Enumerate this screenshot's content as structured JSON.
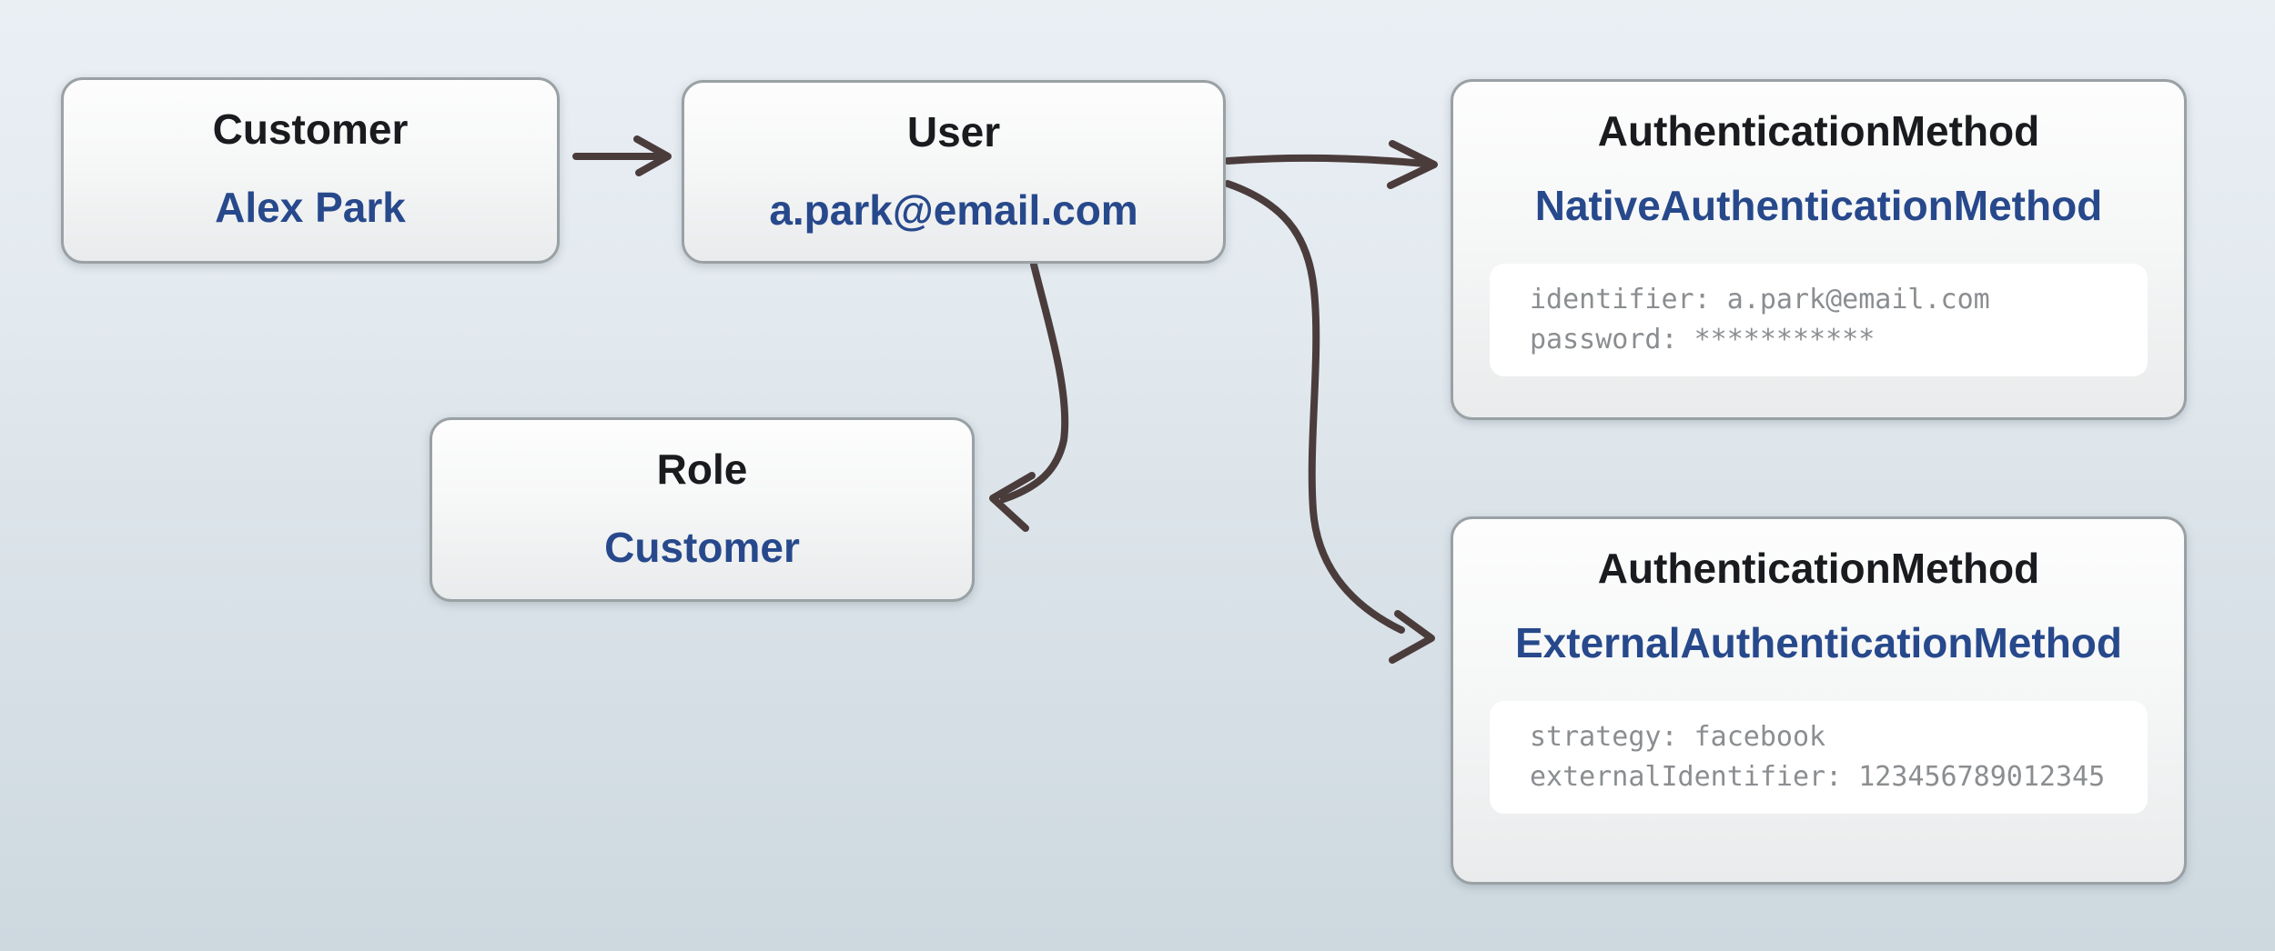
{
  "diagram": {
    "nodes": {
      "customer": {
        "title": "Customer",
        "value": "Alex Park"
      },
      "user": {
        "title": "User",
        "value": "a.park@email.com"
      },
      "role": {
        "title": "Role",
        "value": "Customer"
      },
      "auth_native": {
        "title": "AuthenticationMethod",
        "subtitle": "NativeAuthenticationMethod",
        "attributes": [
          "identifier: a.park@email.com",
          "password: ***********"
        ]
      },
      "auth_external": {
        "title": "AuthenticationMethod",
        "subtitle": "ExternalAuthenticationMethod",
        "attributes": [
          "strategy: facebook",
          "externalIdentifier: 123456789012345"
        ]
      }
    },
    "edges": [
      {
        "from": "customer",
        "to": "user"
      },
      {
        "from": "user",
        "to": "auth_native"
      },
      {
        "from": "user",
        "to": "role"
      },
      {
        "from": "user",
        "to": "auth_external"
      }
    ],
    "colors": {
      "accent_blue": "#27498c",
      "title_text": "#1a1b1f",
      "attribute_text": "#8b8e91",
      "arrow": "#4b3c3c",
      "node_border": "#9aa1a5",
      "background_top": "#eaeff4",
      "background_bottom": "#cdd8df"
    }
  }
}
